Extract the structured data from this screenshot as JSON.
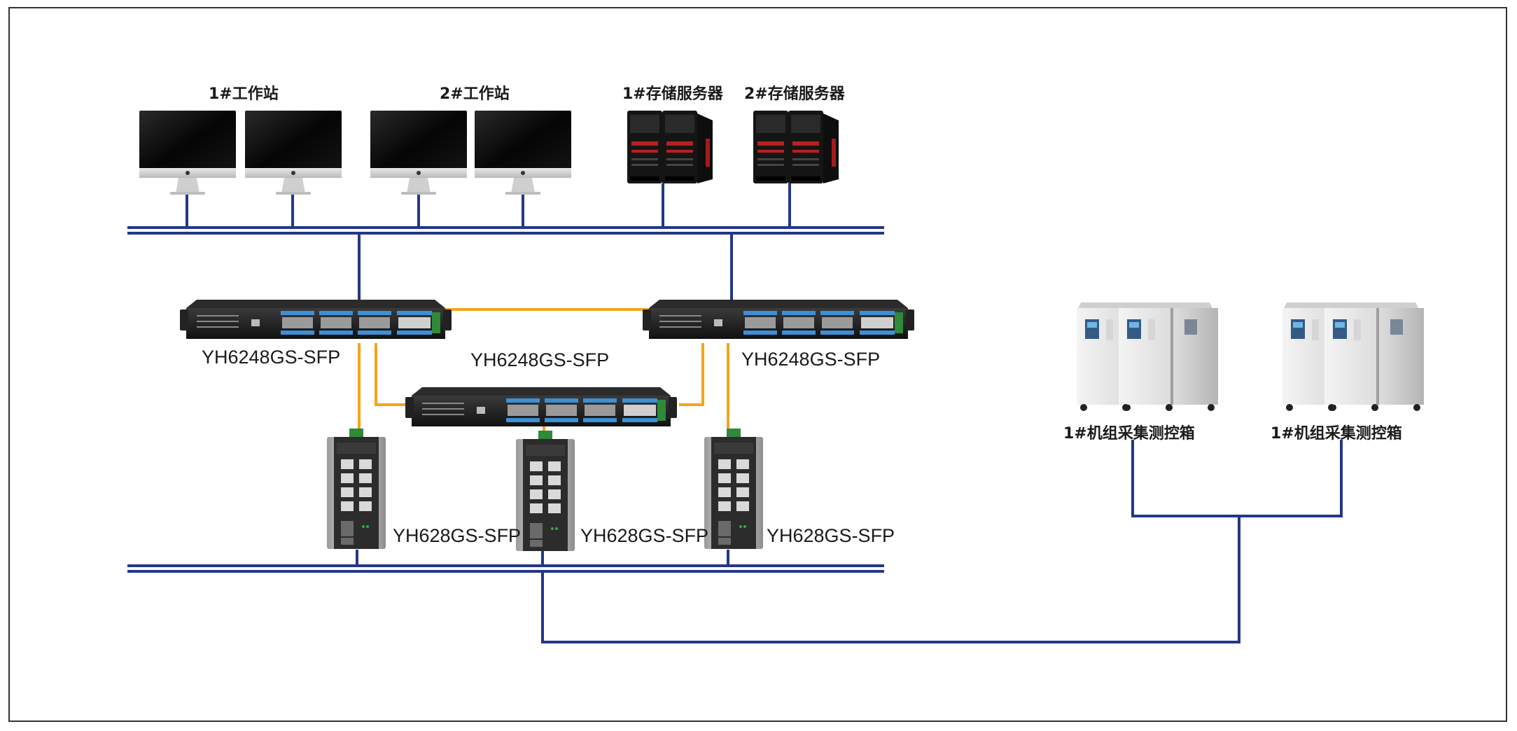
{
  "labels": {
    "ws1": "1#工作站",
    "ws2": "2#工作站",
    "srv1": "1#存储服务器",
    "srv2": "2#存储服务器",
    "core_left": "YH6248GS-SFP",
    "core_mid": "YH6248GS-SFP",
    "core_right": "YH6248GS-SFP",
    "edge1": "YH628GS-SFP",
    "edge2": "YH628GS-SFP",
    "edge3": "YH628GS-SFP",
    "ctrl1": "1#机组采集测控箱",
    "ctrl2": "1#机组采集测控箱"
  },
  "colors": {
    "bus": "#24378a",
    "fiber": "#f2a51b",
    "port_blue": "#3d8fd6",
    "chassis": "#1b1b1b"
  },
  "icons": {
    "workstation": "imac-monitor-icon",
    "server": "tower-server-icon",
    "core_switch": "rack-switch-icon",
    "edge_switch": "din-rail-switch-icon",
    "control_box": "control-cabinet-icon"
  }
}
